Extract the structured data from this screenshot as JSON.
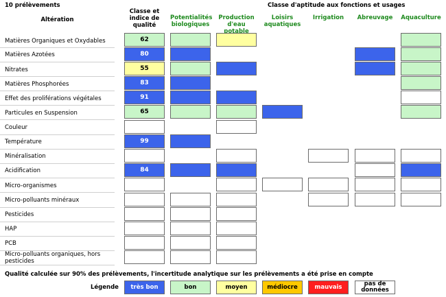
{
  "header": {
    "count_label": "10 prélèvements",
    "alteration_header": "Altération",
    "quality_header": "Classe et indice de qualité",
    "aptitude_header": "Classe d'aptitude aux fonctions et usages",
    "usages": [
      "Potentialités biologiques",
      "Production d'eau potable",
      "Loisirs aquatiques",
      "Irrigation",
      "Abreuvage",
      "Aquaculture"
    ]
  },
  "colors": {
    "tres_bon": "#3c64eb",
    "bon": "#c8f5c8",
    "moyen": "#ffffa0",
    "mediocre": "#ffc800",
    "mauvais": "#ff1e1e",
    "pas_de_donnees": "#ffffff",
    "usage_header": "#1e8a1e"
  },
  "rows": [
    {
      "label": "Matières Organiques et Oxydables",
      "quality": {
        "cls": "bon",
        "index": "62"
      },
      "usages": [
        "bon",
        "moyen",
        null,
        null,
        null,
        "bon"
      ]
    },
    {
      "label": "Matières Azotées",
      "quality": {
        "cls": "tres_bon",
        "index": "80"
      },
      "usages": [
        "tres_bon",
        null,
        null,
        null,
        "tres_bon",
        "bon"
      ]
    },
    {
      "label": "Nitrates",
      "quality": {
        "cls": "moyen",
        "index": "55"
      },
      "usages": [
        "bon",
        "tres_bon",
        null,
        null,
        "tres_bon",
        "bon"
      ]
    },
    {
      "label": "Matières Phosphorées",
      "quality": {
        "cls": "tres_bon",
        "index": "83"
      },
      "usages": [
        "tres_bon",
        null,
        null,
        null,
        null,
        "bon"
      ]
    },
    {
      "label": "Effet des proliférations végétales",
      "quality": {
        "cls": "tres_bon",
        "index": "91"
      },
      "usages": [
        "tres_bon",
        "tres_bon",
        null,
        null,
        null,
        "pas_de_donnees"
      ]
    },
    {
      "label": "Particules en Suspension",
      "quality": {
        "cls": "bon",
        "index": "65"
      },
      "usages": [
        "bon",
        "bon",
        "tres_bon",
        null,
        null,
        "bon"
      ]
    },
    {
      "label": "Couleur",
      "quality": {
        "cls": "pas_de_donnees",
        "index": ""
      },
      "usages": [
        null,
        "pas_de_donnees",
        null,
        null,
        null,
        null
      ]
    },
    {
      "label": "Température",
      "quality": {
        "cls": "tres_bon",
        "index": "99"
      },
      "usages": [
        "tres_bon",
        null,
        null,
        null,
        null,
        null
      ]
    },
    {
      "label": "Minéralisation",
      "quality": {
        "cls": "pas_de_donnees",
        "index": ""
      },
      "usages": [
        null,
        "pas_de_donnees",
        null,
        "pas_de_donnees",
        "pas_de_donnees",
        "pas_de_donnees"
      ]
    },
    {
      "label": "Acidification",
      "quality": {
        "cls": "tres_bon",
        "index": "84"
      },
      "usages": [
        "tres_bon",
        "tres_bon",
        null,
        null,
        "pas_de_donnees",
        "tres_bon"
      ]
    },
    {
      "label": "Micro-organismes",
      "quality": {
        "cls": "pas_de_donnees",
        "index": ""
      },
      "usages": [
        null,
        "pas_de_donnees",
        "pas_de_donnees",
        "pas_de_donnees",
        "pas_de_donnees",
        "pas_de_donnees"
      ]
    },
    {
      "label": "Micro-polluants minéraux",
      "quality": {
        "cls": "pas_de_donnees",
        "index": ""
      },
      "usages": [
        "pas_de_donnees",
        "pas_de_donnees",
        null,
        "pas_de_donnees",
        "pas_de_donnees",
        "pas_de_donnees"
      ]
    },
    {
      "label": "Pesticides",
      "quality": {
        "cls": "pas_de_donnees",
        "index": ""
      },
      "usages": [
        "pas_de_donnees",
        "pas_de_donnees",
        null,
        null,
        null,
        null
      ]
    },
    {
      "label": "HAP",
      "quality": {
        "cls": "pas_de_donnees",
        "index": ""
      },
      "usages": [
        "pas_de_donnees",
        "pas_de_donnees",
        null,
        null,
        null,
        null
      ]
    },
    {
      "label": "PCB",
      "quality": {
        "cls": "pas_de_donnees",
        "index": ""
      },
      "usages": [
        "pas_de_donnees",
        "pas_de_donnees",
        null,
        null,
        null,
        null
      ]
    },
    {
      "label": "Micro-polluants organiques, hors pesticides",
      "quality": {
        "cls": "pas_de_donnees",
        "index": ""
      },
      "usages": [
        "pas_de_donnees",
        "pas_de_donnees",
        null,
        null,
        null,
        null
      ]
    }
  ],
  "footer": {
    "note": "Qualité calculée sur 90% des prélèvements, l'incertitude analytique sur les prélèvements a été prise en compte",
    "legend_title": "Légende",
    "legend": [
      {
        "cls": "tres_bon",
        "label": "très bon"
      },
      {
        "cls": "bon",
        "label": "bon"
      },
      {
        "cls": "moyen",
        "label": "moyen"
      },
      {
        "cls": "mediocre",
        "label": "médiocre"
      },
      {
        "cls": "mauvais",
        "label": "mauvais"
      },
      {
        "cls": "pas_de_donnees",
        "label": "pas de données"
      }
    ]
  }
}
